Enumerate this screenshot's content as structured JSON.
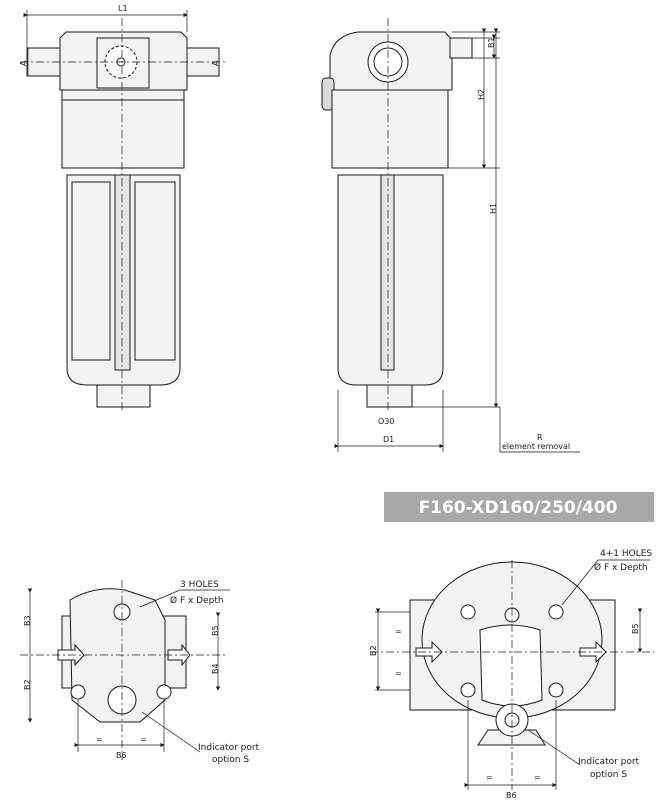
{
  "title": "F160-XD160/250/400",
  "colors": {
    "banner": "#a8a8a8",
    "body": "#f3f3f3",
    "line": "#1a1a1a"
  },
  "front_view": {
    "l1": "L1",
    "a_left": "A",
    "a_right": "A"
  },
  "side_view": {
    "b1": "B1",
    "h2": "H2",
    "h1": "H1",
    "thread": "O30",
    "d1": "D1",
    "r": "R",
    "r_note": "element removal"
  },
  "bottom_left": {
    "holes_1": "3 HOLES",
    "holes_2": "Ø F x Depth",
    "b3": "B3",
    "b2": "B2",
    "b5": "B5",
    "b4": "B4",
    "eq1": "=",
    "eq2": "=",
    "b6": "B6",
    "indicator_1": "Indicator port",
    "indicator_2": "option S"
  },
  "bottom_right": {
    "holes_1": "4+1 HOLES",
    "holes_2": "Ø F x Depth",
    "b2": "B2",
    "b5": "B5",
    "eq1": "=",
    "eq2": "=",
    "eq3": "=",
    "eq4": "=",
    "b6": "B6",
    "indicator_1": "Indicator port",
    "indicator_2": "option S"
  }
}
